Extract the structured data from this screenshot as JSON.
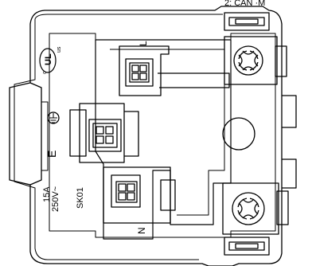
{
  "diagram": {
    "header_fragment": "2: CAN  ·M",
    "terminals": {
      "line": "L",
      "neutral": "N",
      "earth": "E"
    },
    "rating": {
      "current": "15A",
      "voltage": "250V~"
    },
    "model": "SK01",
    "certification_mark": "cULus",
    "colors": {
      "line": "#000000",
      "background": "#ffffff"
    }
  }
}
